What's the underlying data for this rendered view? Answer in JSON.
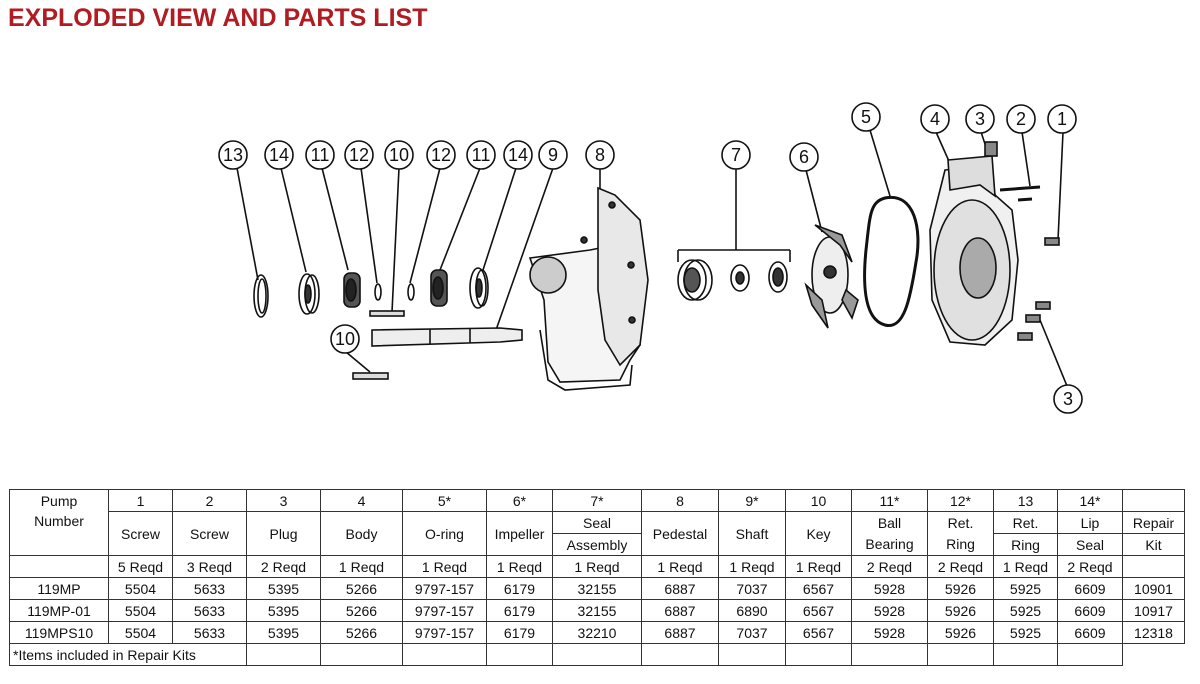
{
  "title": "EXPLODED VIEW AND PARTS LIST",
  "diagram": {
    "callouts": [
      "13",
      "14",
      "11",
      "12",
      "10",
      "12",
      "11",
      "14",
      "9",
      "8",
      "7",
      "6",
      "5",
      "4",
      "3",
      "2",
      "1",
      "10",
      "3"
    ]
  },
  "table": {
    "pump_label": "Pump",
    "number_label": "Number",
    "part_numbers": [
      "1",
      "2",
      "3",
      "4",
      "5*",
      "6*",
      "7*",
      "8",
      "9*",
      "10",
      "11*",
      "12*",
      "13",
      "14*",
      ""
    ],
    "part_names_line1": [
      "Screw",
      "Screw",
      "Plug",
      "Body",
      "O-ring",
      "Impeller",
      "Seal",
      "Pedestal",
      "Shaft",
      "Key",
      "Ball",
      "Ret.",
      "Ret.",
      "Lip",
      "Repair"
    ],
    "part_names_line2": [
      "",
      "",
      "",
      "",
      "",
      "",
      "Assembly",
      "",
      "",
      "",
      "Bearing",
      "Ring",
      "Ring",
      "Seal",
      "Kit"
    ],
    "quantities": [
      "5 Reqd",
      "3 Reqd",
      "2 Reqd",
      "1 Reqd",
      "1 Reqd",
      "1 Reqd",
      "1 Reqd",
      "1 Reqd",
      "1 Reqd",
      "1 Reqd",
      "2 Reqd",
      "2 Reqd",
      "1 Reqd",
      "2 Reqd",
      ""
    ],
    "rows": [
      {
        "pump": "119MP",
        "values": [
          "5504",
          "5633",
          "5395",
          "5266",
          "9797-157",
          "6179",
          "32155",
          "6887",
          "7037",
          "6567",
          "5928",
          "5926",
          "5925",
          "6609",
          "10901"
        ]
      },
      {
        "pump": "119MP-01",
        "values": [
          "5504",
          "5633",
          "5395",
          "5266",
          "9797-157",
          "6179",
          "32155",
          "6887",
          "6890",
          "6567",
          "5928",
          "5926",
          "5925",
          "6609",
          "10917"
        ]
      },
      {
        "pump": "119MPS10",
        "values": [
          "5504",
          "5633",
          "5395",
          "5266",
          "9797-157",
          "6179",
          "32210",
          "6887",
          "7037",
          "6567",
          "5928",
          "5926",
          "5925",
          "6609",
          "12318"
        ]
      }
    ],
    "footnote": "*Items included in Repair Kits"
  }
}
